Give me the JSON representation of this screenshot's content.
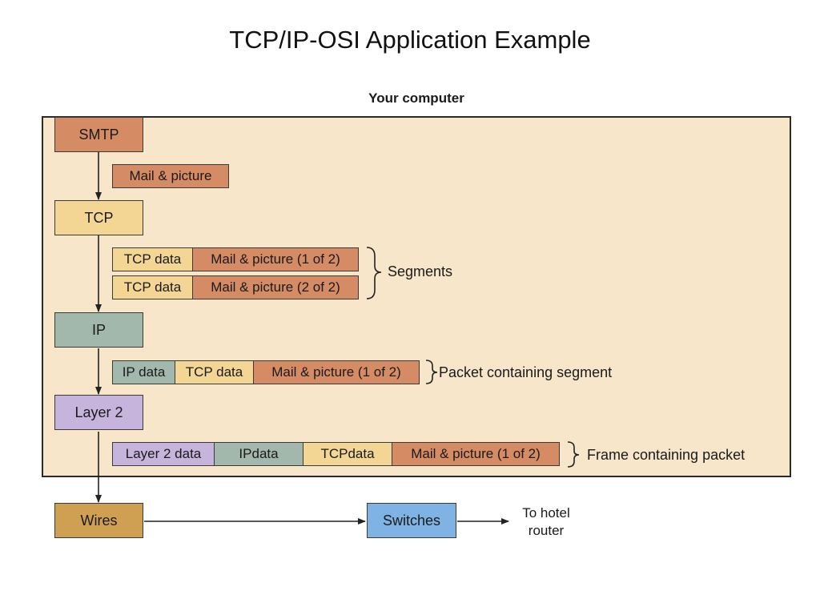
{
  "title": "TCP/IP-OSI Application Example",
  "caption": "Your computer",
  "layers": {
    "smtp": "SMTP",
    "tcp": "TCP",
    "ip": "IP",
    "layer2": "Layer 2",
    "wires": "Wires",
    "switches": "Switches"
  },
  "mail_row": {
    "mail": "Mail & picture"
  },
  "segments": [
    {
      "tcp_data": "TCP data",
      "mail": "Mail & picture (1 of 2)"
    },
    {
      "tcp_data": "TCP data",
      "mail": "Mail & picture (2 of 2)"
    }
  ],
  "segments_label": "Segments",
  "packet": {
    "ip_data": "IP data",
    "tcp_data": "TCP data",
    "mail": "Mail & picture (1 of 2)"
  },
  "packet_label": "Packet containing segment",
  "frame": {
    "layer2_data": "Layer 2 data",
    "ip_data": "IPdata",
    "tcp_data": "TCPdata",
    "mail": "Mail & picture (1 of 2)"
  },
  "frame_label": "Frame containing packet",
  "destination": {
    "line1": "To hotel",
    "line2": "router"
  },
  "colors": {
    "panel": "#f7e6c9",
    "smtp": "#d58b63",
    "tcp": "#f3d594",
    "ip": "#a3b8ad",
    "layer2": "#c6b4dd",
    "wires": "#cfa052",
    "switches": "#7fb3e3"
  }
}
